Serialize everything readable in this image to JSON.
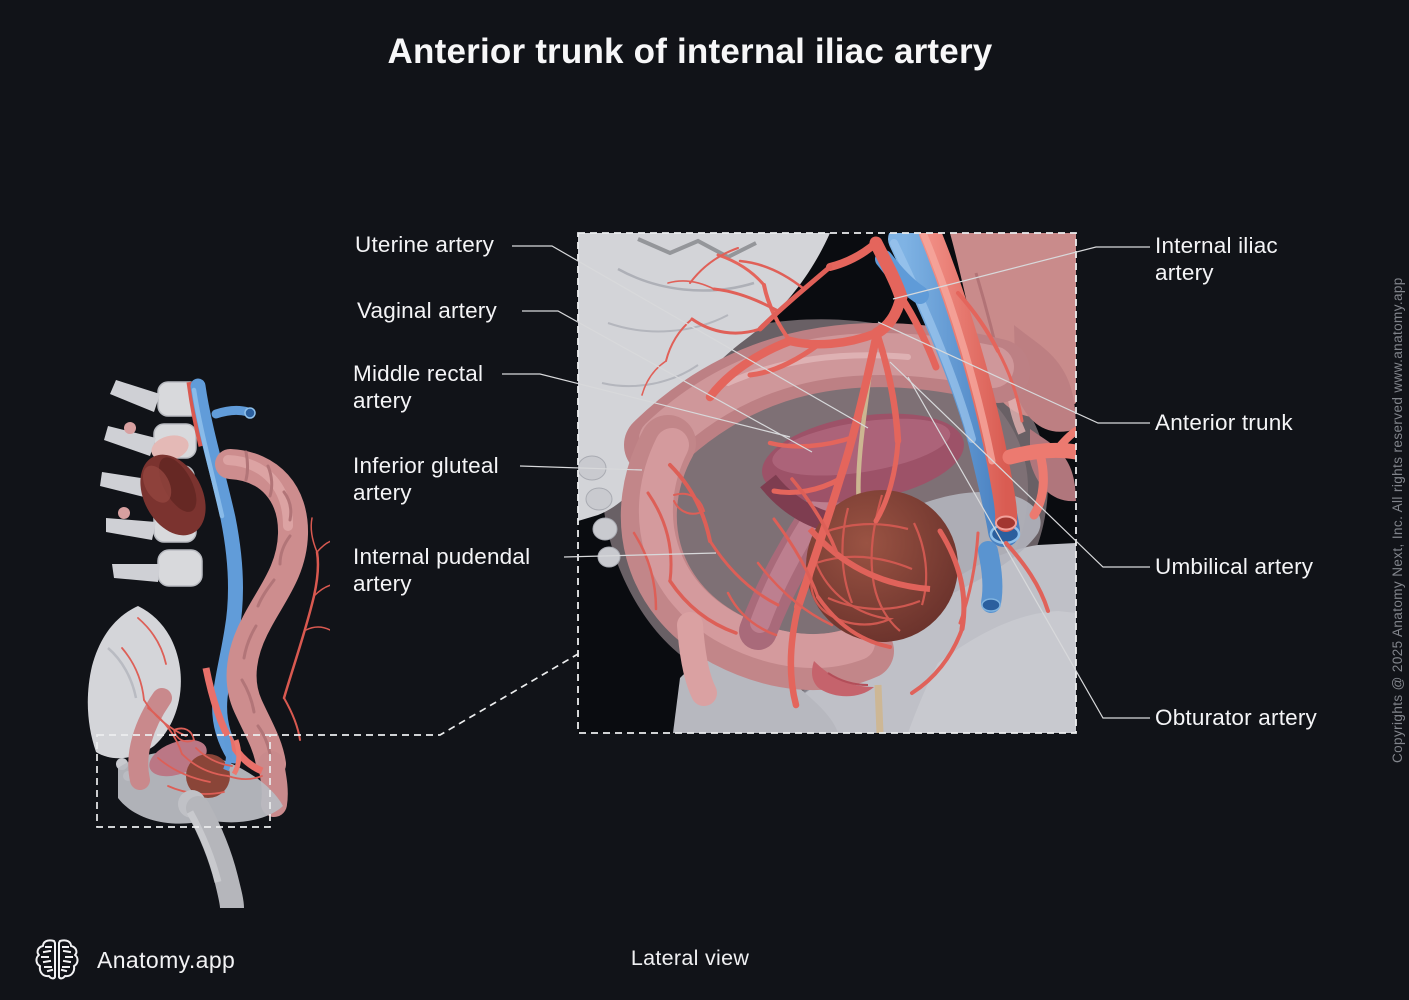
{
  "header": {
    "title": "Anterior trunk of internal iliac artery"
  },
  "labels": {
    "left": [
      "Uterine artery",
      "Vaginal artery",
      "Middle rectal artery",
      "Inferior gluteal artery",
      "Internal pudendal artery"
    ],
    "right": [
      "Internal iliac artery",
      "Anterior trunk",
      "Umbilical artery",
      "Obturator artery"
    ]
  },
  "footer": {
    "brand_name": "Anatomy.app",
    "brand_icon": "brain-icon",
    "view_caption": "Lateral view"
  },
  "copyright": "Copyrights @ 2025 Anatomy Next, Inc. All rights reserved www.anatomy.app",
  "colors": {
    "background": "#111318",
    "label_text": "#f4f4f6",
    "leader_line": "#d8d9db",
    "dashed_box": "#ecedee",
    "artery": "#e4655c",
    "artery_light": "#ec7a70",
    "vein": "#5f9bd8",
    "bone": "#d3d4d8",
    "rectum": "#c28689",
    "uterus": "#9d5268",
    "bladder": "#8a4538",
    "pelvic_floor": "#bfc0c7",
    "copyright_text": "#82858c"
  }
}
